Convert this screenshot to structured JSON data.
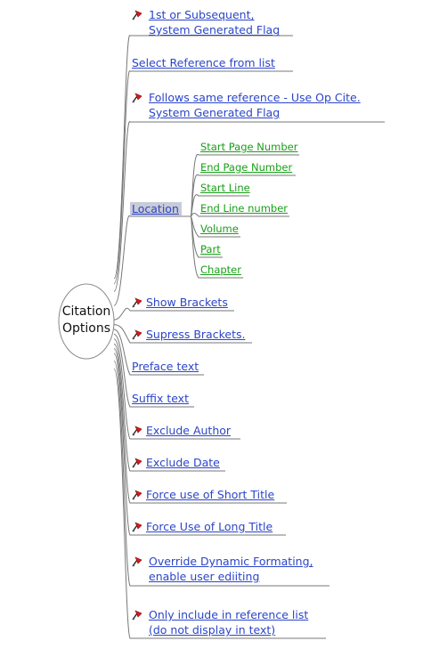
{
  "center": {
    "line1": "Citation",
    "line2": "Options"
  },
  "icons": {
    "flag": "red-flag-icon"
  },
  "colors": {
    "link": "#2b45c8",
    "sublink": "#18a018",
    "line": "#777777",
    "highlight": "#c9cbd6"
  },
  "branches": [
    {
      "lines": [
        "1st or Subsequent,",
        "System Generated Flag"
      ],
      "flag": true
    },
    {
      "lines": [
        "Select Reference from list"
      ],
      "flag": false
    },
    {
      "lines": [
        "Follows same reference - Use Op Cite.",
        "System Generated Flag"
      ],
      "flag": true
    },
    {
      "lines": [
        "Location"
      ],
      "flag": false,
      "selected": true,
      "children": [
        "Start Page Number",
        "End Page Number",
        "Start Line",
        "End Line number",
        "Volume",
        "Part",
        "Chapter"
      ]
    },
    {
      "lines": [
        "Show Brackets"
      ],
      "flag": true
    },
    {
      "lines": [
        "Supress Brackets."
      ],
      "flag": true
    },
    {
      "lines": [
        "Preface text"
      ],
      "flag": false
    },
    {
      "lines": [
        "Suffix text"
      ],
      "flag": false
    },
    {
      "lines": [
        "Exclude Author"
      ],
      "flag": true
    },
    {
      "lines": [
        "Exclude Date"
      ],
      "flag": true
    },
    {
      "lines": [
        "Force use of Short Title"
      ],
      "flag": true
    },
    {
      "lines": [
        "Force Use of Long Title"
      ],
      "flag": true
    },
    {
      "lines": [
        "Override Dynamic Formating,",
        "enable user ediiting"
      ],
      "flag": true
    },
    {
      "lines": [
        "Only include in reference list",
        "(do not display in text)"
      ],
      "flag": true
    }
  ]
}
